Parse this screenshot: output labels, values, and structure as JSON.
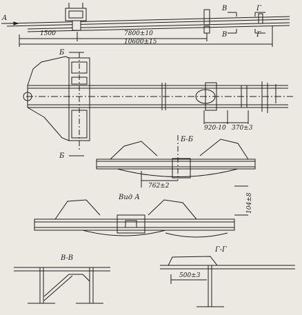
{
  "labels": {
    "arrow_a": "A",
    "dim_1500": "1500",
    "dim_7800": "7800±10",
    "dim_10600": "10600±15",
    "cut_v_top": "В",
    "cut_g_top": "Г",
    "cut_v_bottom": "В",
    "cut_g_bottom": "Г",
    "cut_b_top": "Б",
    "cut_b_bottom": "Б",
    "dim_920": "920-10",
    "dim_370": "370±3",
    "section_bb": "Б-Б",
    "dim_762": "762±2",
    "view_a": "Вид А",
    "dim_1040": "104±8",
    "section_vv": "В-В",
    "section_gg": "Г-Г",
    "dim_500": "500±3"
  },
  "colors": {
    "ink": "#1c1c1c",
    "paper": "#ece9e2"
  }
}
